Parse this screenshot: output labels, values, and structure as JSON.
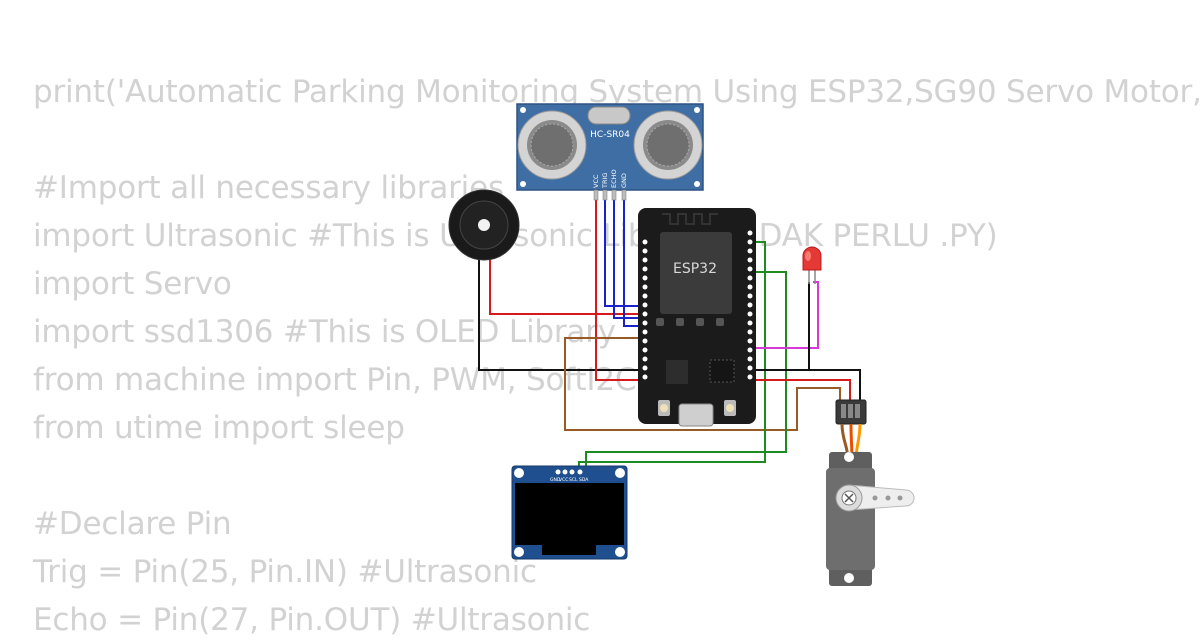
{
  "code_lines": [
    "print('Automatic Parking Monitoring System Using ESP32,SG90 Servo Motor,",
    "",
    "#Import all necessary libraries",
    "import Ultrasonic #This is Ultrasonic Library (TIDAK PERLU .PY)",
    "import Servo",
    "import ssd1306 #This is OLED Library",
    "from machine import Pin, PWM, SoftI2C",
    "from utime import sleep",
    "",
    "#Declare Pin",
    "Trig = Pin(25, Pin.IN) #Ultrasonic",
    "Echo = Pin(27, Pin.OUT) #Ultrasonic"
  ],
  "components": {
    "ultrasonic": {
      "label": "HC-SR04",
      "pins": [
        "VCC",
        "TRIG",
        "ECHO",
        "GND"
      ]
    },
    "mcu": {
      "label": "ESP32"
    },
    "oled": {
      "pins": [
        "GND",
        "VCC",
        "SCL",
        "SDA"
      ]
    }
  },
  "colors": {
    "wire_red": "#d8191b",
    "wire_blue": "#1a23c9",
    "wire_black": "#111111",
    "wire_green": "#1f8a1f",
    "wire_magenta": "#d63bd6",
    "wire_brown": "#9a5a26",
    "board_blue": "#3f6ea5",
    "esp_black": "#1b1b1b"
  },
  "icons": [
    "buzzer-icon",
    "led-icon",
    "servo-icon"
  ]
}
